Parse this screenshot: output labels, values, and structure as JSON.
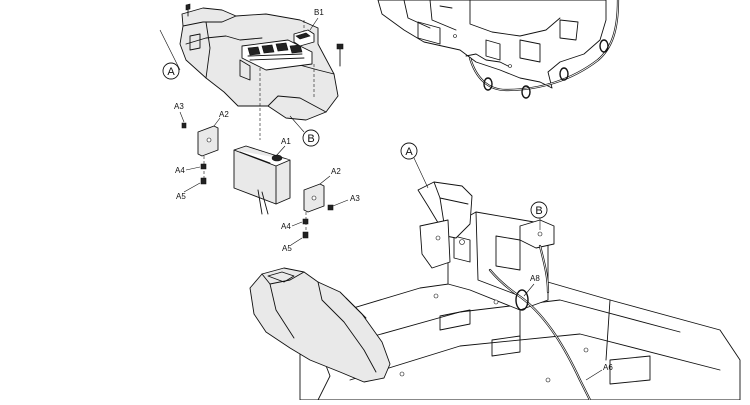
{
  "callouts": {
    "A_top": "A",
    "B_top": "B",
    "A_bottom": "A",
    "B_bottom": "B"
  },
  "parts": {
    "A1": "A1",
    "A2_left": "A2",
    "A2_right": "A2",
    "A3_left": "A3",
    "A3_right": "A3",
    "A4_left": "A4",
    "A4_right": "A4",
    "A5_left": "A5",
    "A5_right": "A5",
    "A6": "A6",
    "A8": "A8",
    "B1": "B1"
  }
}
